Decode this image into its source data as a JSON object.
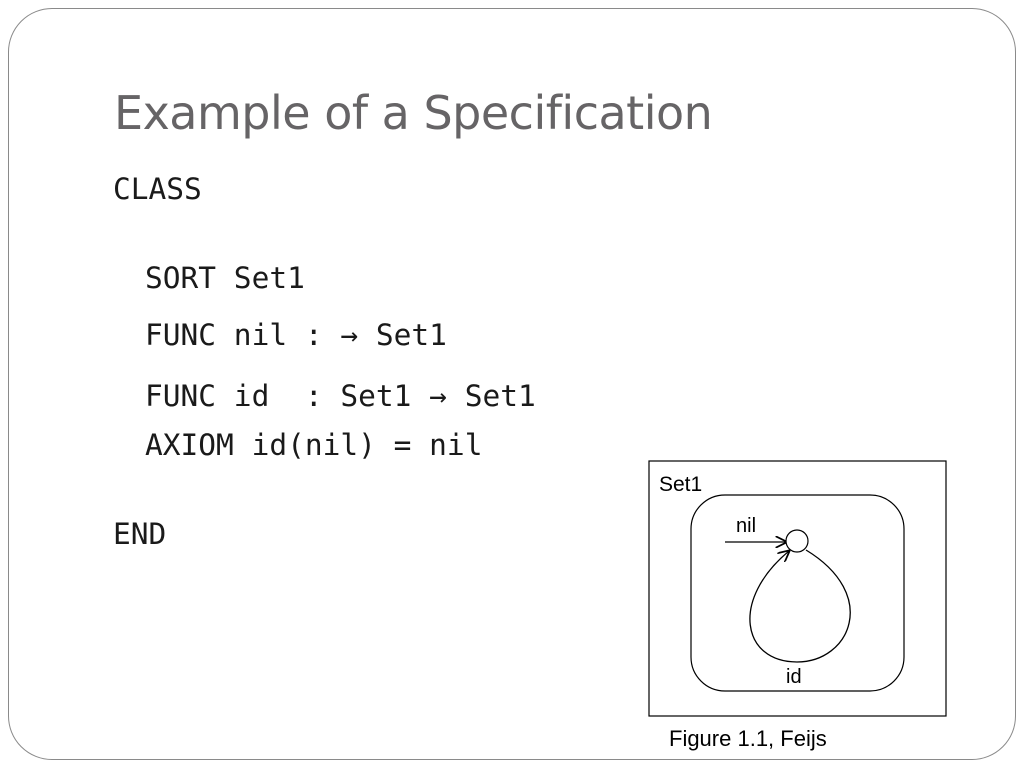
{
  "slide": {
    "title": "Example of a Specification"
  },
  "spec": {
    "class_keyword": "CLASS",
    "sort_line": "SORT Set1",
    "func_nil_line": "FUNC nil : → Set1",
    "func_id_line": "FUNC id  : Set1 → Set1",
    "axiom_line": "AXIOM id(nil) = nil",
    "end_keyword": "END"
  },
  "figure": {
    "set_label": "Set1",
    "nil_label": "nil",
    "id_label": "id",
    "caption": "Figure 1.1, Feijs"
  }
}
